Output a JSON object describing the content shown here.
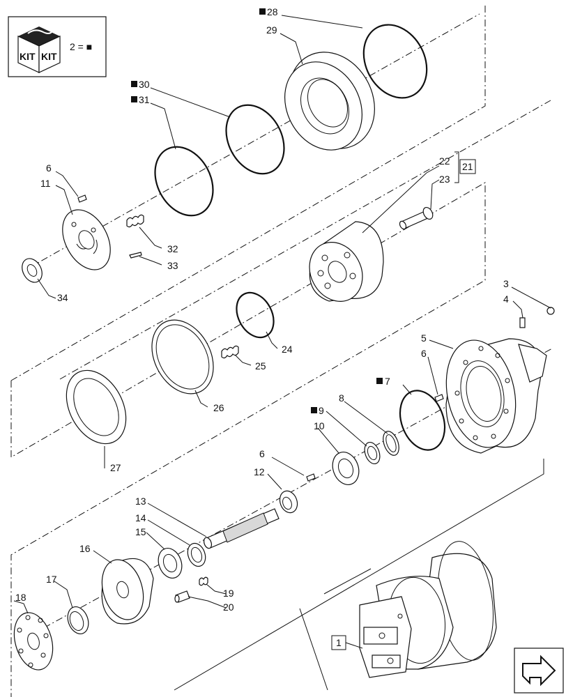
{
  "kit_legend": {
    "badge_left": "KIT",
    "badge_right": "KIT",
    "equation": "2 = ■"
  },
  "kit_marker": "■",
  "callouts": [
    {
      "id": "28",
      "text": "28",
      "kit": true
    },
    {
      "id": "29",
      "text": "29",
      "kit": false
    },
    {
      "id": "30",
      "text": "30",
      "kit": true
    },
    {
      "id": "31",
      "text": "31",
      "kit": true
    },
    {
      "id": "6a",
      "text": "6",
      "kit": false
    },
    {
      "id": "11",
      "text": "11",
      "kit": false
    },
    {
      "id": "22",
      "text": "22",
      "kit": false
    },
    {
      "id": "23",
      "text": "23",
      "kit": false
    },
    {
      "id": "21",
      "text": "21",
      "kit": false,
      "boxed": true
    },
    {
      "id": "32",
      "text": "32",
      "kit": false
    },
    {
      "id": "33",
      "text": "33",
      "kit": false
    },
    {
      "id": "34",
      "text": "34",
      "kit": false
    },
    {
      "id": "3",
      "text": "3",
      "kit": false
    },
    {
      "id": "4",
      "text": "4",
      "kit": false
    },
    {
      "id": "5",
      "text": "5",
      "kit": false
    },
    {
      "id": "6b",
      "text": "6",
      "kit": false
    },
    {
      "id": "24",
      "text": "24",
      "kit": false
    },
    {
      "id": "25",
      "text": "25",
      "kit": false
    },
    {
      "id": "26",
      "text": "26",
      "kit": false
    },
    {
      "id": "7",
      "text": "7",
      "kit": true
    },
    {
      "id": "8",
      "text": "8",
      "kit": false
    },
    {
      "id": "9",
      "text": "9",
      "kit": true
    },
    {
      "id": "10",
      "text": "10",
      "kit": false
    },
    {
      "id": "27",
      "text": "27",
      "kit": false
    },
    {
      "id": "6c",
      "text": "6",
      "kit": false
    },
    {
      "id": "12",
      "text": "12",
      "kit": false
    },
    {
      "id": "13",
      "text": "13",
      "kit": false
    },
    {
      "id": "14",
      "text": "14",
      "kit": false
    },
    {
      "id": "15",
      "text": "15",
      "kit": false
    },
    {
      "id": "16",
      "text": "16",
      "kit": false
    },
    {
      "id": "17",
      "text": "17",
      "kit": false
    },
    {
      "id": "18",
      "text": "18",
      "kit": false
    },
    {
      "id": "19",
      "text": "19",
      "kit": false
    },
    {
      "id": "20",
      "text": "20",
      "kit": false
    },
    {
      "id": "1",
      "text": "1",
      "kit": false,
      "boxed": true
    }
  ],
  "nav_icon": "next-page-arrow-icon"
}
